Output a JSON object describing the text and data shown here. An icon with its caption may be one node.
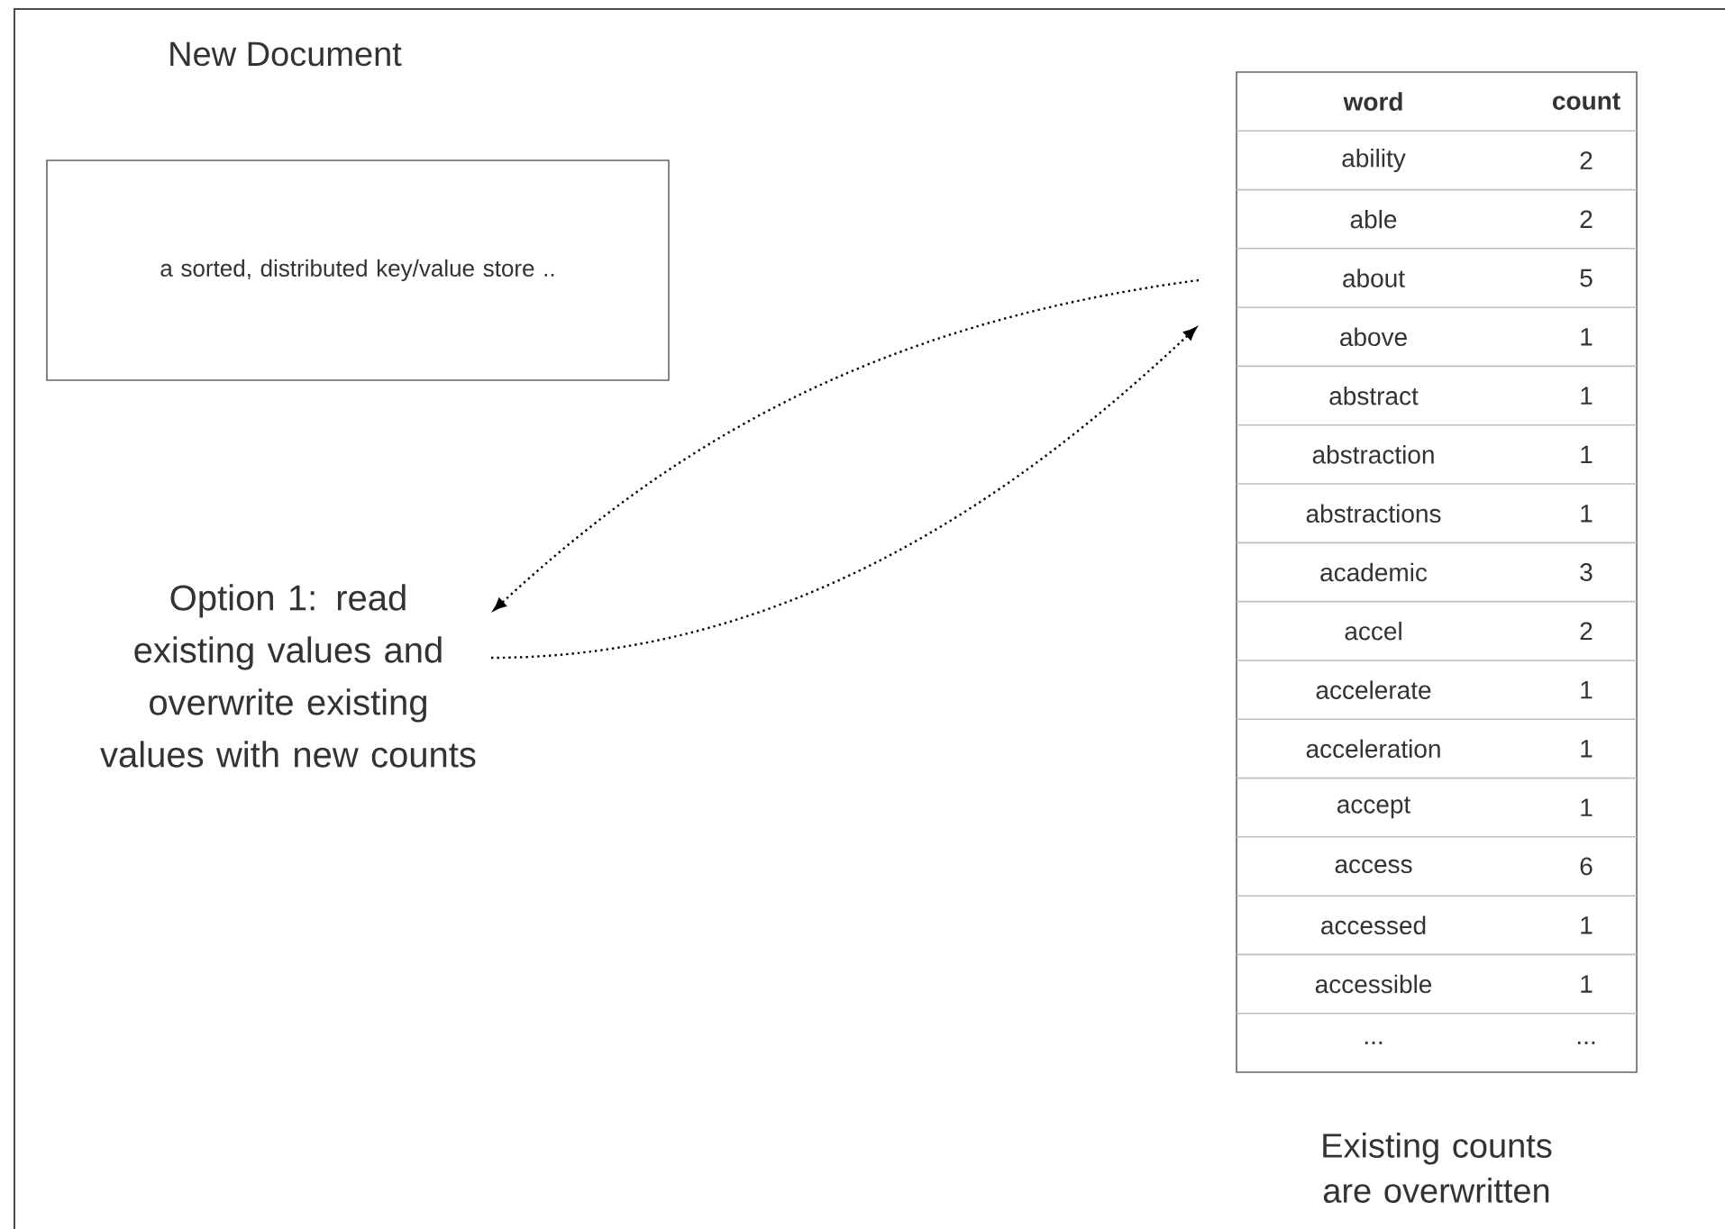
{
  "diagram": {
    "nodes": [
      {
        "text": [
          "New Document",
          "a sorted, distributed key/value store .."
        ]
      },
      {
        "text": [
          "Option 1: read existing values and overwrite existing values with new counts"
        ]
      },
      {
        "text": [
          "word",
          "count",
          "ability",
          "2",
          "able",
          "2",
          "about",
          "5",
          "above",
          "1",
          "abstract",
          "1",
          "abstraction",
          "1",
          "abstractions",
          "1",
          "academic",
          "3",
          "accel",
          "2",
          "accelerate",
          "1",
          "acceleration",
          "1",
          "accept",
          "1",
          "access",
          "6",
          "accessed",
          "1",
          "accessible",
          "1",
          "...",
          "..."
        ],
        "beside": [
          "Existing counts are overwritten"
        ]
      }
    ],
    "edges": [
      {
        "from": 2,
        "to": 1,
        "arrow": "to",
        "style": "dashed"
      },
      {
        "from": 1,
        "to": 2,
        "arrow": "to",
        "style": "dashed"
      }
    ]
  }
}
